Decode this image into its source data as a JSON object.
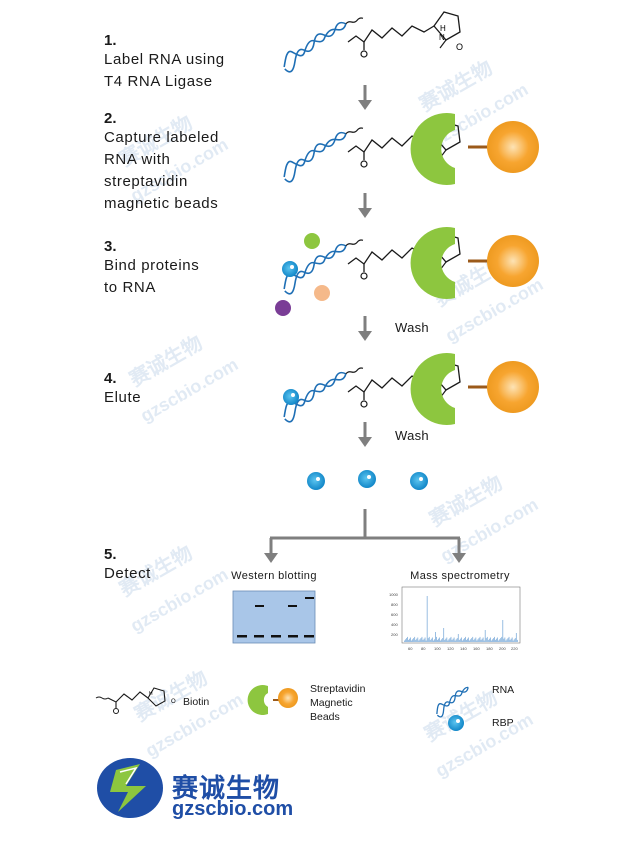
{
  "steps": [
    {
      "number": "1.",
      "lines": [
        "Label RNA using",
        "T4 RNA Ligase"
      ]
    },
    {
      "number": "2.",
      "lines": [
        "Capture labeled",
        "RNA with",
        "streptavidin",
        "magnetic beads"
      ]
    },
    {
      "number": "3.",
      "lines": [
        "Bind proteins",
        "to RNA"
      ]
    },
    {
      "number": "4.",
      "lines": [
        "Elute"
      ]
    },
    {
      "number": "5.",
      "lines": [
        "Detect"
      ]
    }
  ],
  "wash_labels": [
    "Wash",
    "Wash"
  ],
  "detect": {
    "western_title": "Western blotting",
    "mass_title": "Mass spectrometry",
    "mass_y_ticks": [
      "1000",
      "800",
      "600",
      "400",
      "200"
    ],
    "mass_x_ticks": [
      "60",
      "80",
      "100",
      "120",
      "140",
      "160",
      "180",
      "200",
      "220"
    ]
  },
  "molecule_labels": {
    "ring_o": "O",
    "ring_nh": "H",
    "ring_n": "N"
  },
  "legend": {
    "biotin": "Biotin",
    "beads": [
      "Streptavidin",
      "Magnetic",
      "Beads"
    ],
    "rna": "RNA",
    "rbp": "RBP"
  },
  "logo": {
    "name": "赛诚生物",
    "url": "gzscbio.com"
  },
  "watermark": {
    "name": "赛诚生物",
    "url": "gzscbio.com"
  },
  "colors": {
    "rna": "#1f6fb5",
    "streptavidin": "#8dc63f",
    "bead": "#f7a530",
    "rbp": "#1e9bd7",
    "protein_green": "#8dc63f",
    "protein_peach": "#f5b98a",
    "protein_purple": "#7a3d96",
    "arrow": "#7f7f7f",
    "linker": "#9b5a1a",
    "blot_bg": "#a9c6e8",
    "logo_blue": "#1f4ea6",
    "logo_green": "#8cc63f"
  }
}
